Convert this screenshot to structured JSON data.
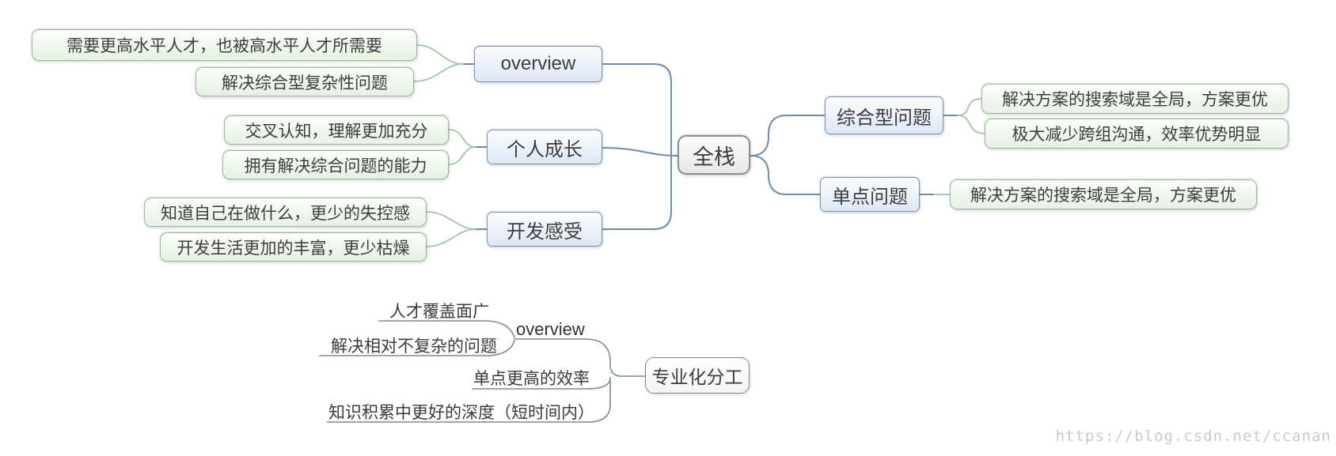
{
  "watermark": "https://blog.csdn.net/ccanan",
  "colors": {
    "leaf_border": "#92bd92",
    "leaf_fill_bottom": "#e5f1e2",
    "branch_border": "#7693b3",
    "branch_fill_bottom": "#dce8f4",
    "root_border": "#8f8f8f",
    "main_connector": "#6e8cab",
    "leaf_connector": "#9fc69f",
    "bottom_connector": "#7b8b98",
    "watermark_text": "#cbcbc4"
  },
  "mindmap": {
    "root": {
      "label": "全栈"
    },
    "branches": [
      {
        "label": "overview",
        "side": "left",
        "children": [
          "需要更高水平人才，也被高水平人才所需要",
          "解决综合型复杂性问题"
        ]
      },
      {
        "label": "个人成长",
        "side": "left",
        "children": [
          "交叉认知，理解更加充分",
          "拥有解决综合问题的能力"
        ]
      },
      {
        "label": "开发感受",
        "side": "left",
        "children": [
          "知道自己在做什么，更少的失控感",
          "开发生活更加的丰富，更少枯燥"
        ]
      },
      {
        "label": "综合型问题",
        "side": "right",
        "children": [
          "解决方案的搜索域是全局，方案更优",
          "极大减少跨组沟通，效率优势明显"
        ]
      },
      {
        "label": "单点问题",
        "side": "right",
        "children": [
          "解决方案的搜索域是全局，方案更优"
        ]
      }
    ]
  },
  "bottom_map": {
    "root": {
      "label": "专业化分工"
    },
    "branches": [
      {
        "label": "overview",
        "children": [
          "人才覆盖面广",
          "解决相对不复杂的问题"
        ]
      },
      {
        "label": "单点更高的效率"
      },
      {
        "label": "知识积累中更好的深度（短时间内）"
      }
    ]
  }
}
